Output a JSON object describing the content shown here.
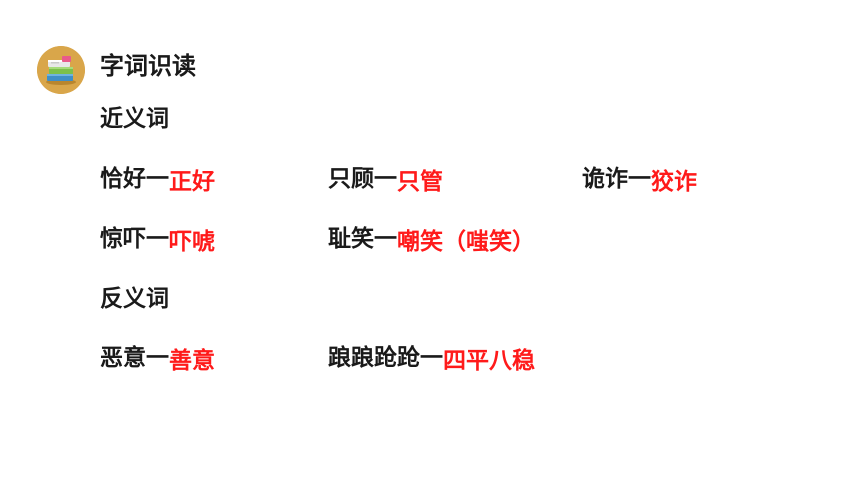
{
  "section_title": "字词识读",
  "synonyms": {
    "label": "近义词",
    "pairs": [
      {
        "word": "恰好一",
        "answer": "正好"
      },
      {
        "word": "只顾一",
        "answer": "只管"
      },
      {
        "word": "诡诈一",
        "answer": "狡诈"
      },
      {
        "word": "惊吓一",
        "answer": "吓唬"
      },
      {
        "word": "耻笑一",
        "answer": "嘲笑（嗤笑）"
      }
    ]
  },
  "antonyms": {
    "label": "反义词",
    "pairs": [
      {
        "word": "恶意一",
        "answer": "善意"
      },
      {
        "word": "踉踉跄跄一",
        "answer": "四平八稳"
      }
    ]
  },
  "colors": {
    "answer": "#ff1a1a",
    "text": "#1a1a1a",
    "icon_bg": "#d9a64a"
  },
  "icons": {
    "section": "books-icon"
  }
}
